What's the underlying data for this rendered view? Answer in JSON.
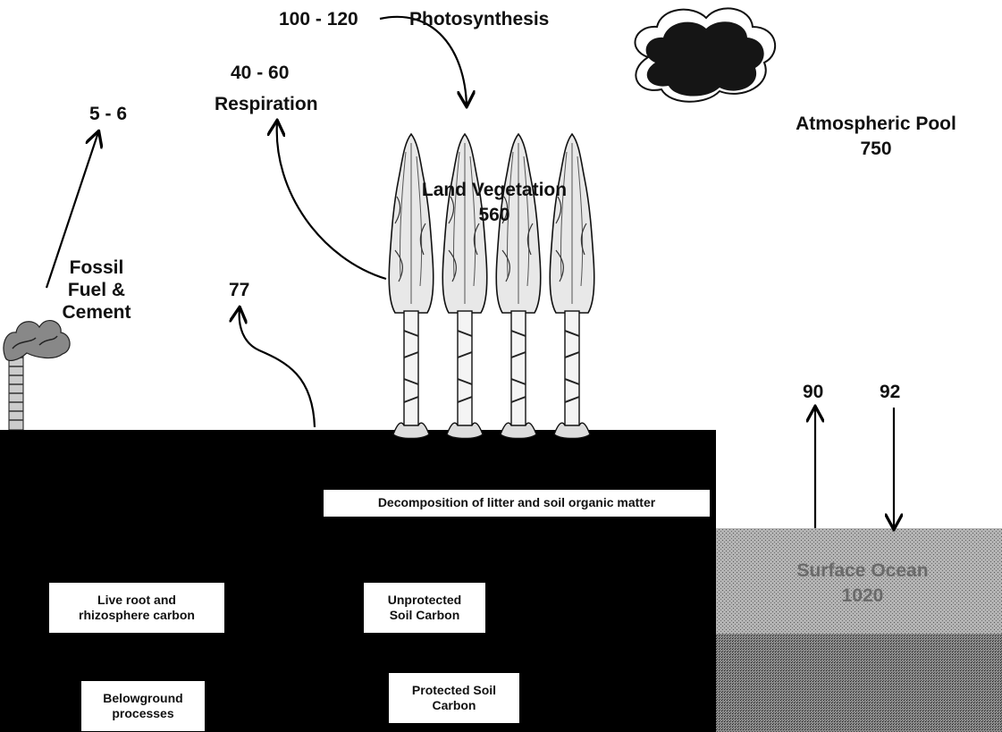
{
  "fluxes": {
    "photosynthesis_value": "100 - 120",
    "photosynthesis_label": "Photosynthesis",
    "respiration_value": "40 - 60",
    "respiration_label": "Respiration",
    "fossil_value": "5 - 6",
    "soil_value": "77",
    "ocean_up": "90",
    "ocean_down": "92"
  },
  "pools": {
    "atmosphere_label": "Atmospheric Pool",
    "atmosphere_value": "750",
    "vegetation_label": "Land Vegetation",
    "vegetation_value": "560",
    "fossil_label": "Fossil\nFuel &\nCement",
    "ocean_label": "Surface Ocean",
    "ocean_value": "1020"
  },
  "soil_boxes": {
    "decomposition": "Decomposition of litter and soil organic matter",
    "live_root": "Live root and\nrhizosphere carbon",
    "unprotected": "Unprotected\nSoil Carbon",
    "belowground": "Belowground\nprocesses",
    "protected": "Protected Soil\nCarbon"
  },
  "colors": {
    "ground": "#000000",
    "ocean": "#a8a8a8",
    "cloud": "#1a1a1a",
    "arrow": "#000000"
  }
}
